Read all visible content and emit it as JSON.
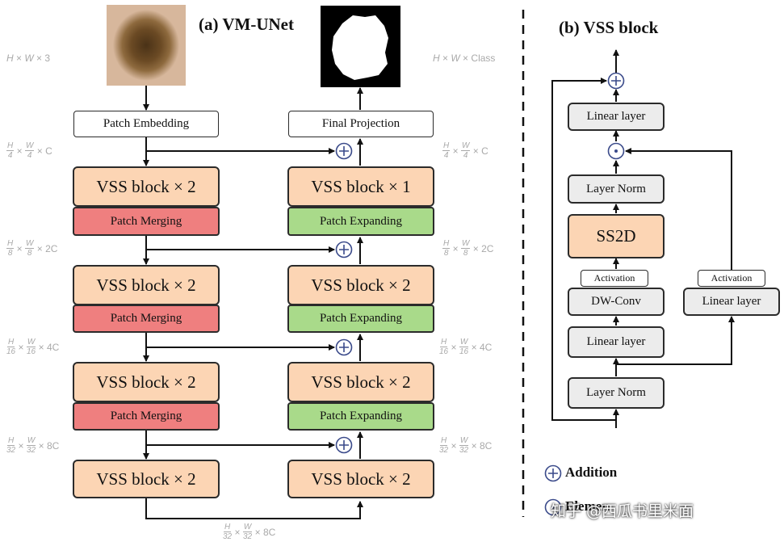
{
  "titles": {
    "a": "(a) VM-UNet",
    "b": "(b) VSS block"
  },
  "encoder": {
    "patch_embedding": "Patch Embedding",
    "vss_blocks": [
      "VSS block × 2",
      "VSS block × 2",
      "VSS block × 2",
      "VSS block × 2"
    ],
    "patch_merging": [
      "Patch Merging",
      "Patch Merging",
      "Patch Merging"
    ]
  },
  "decoder": {
    "final_projection": "Final Projection",
    "vss_blocks": [
      "VSS block × 1",
      "VSS block × 2",
      "VSS block × 2",
      "VSS block × 2"
    ],
    "patch_expanding": [
      "Patch Expanding",
      "Patch Expanding",
      "Patch Expanding"
    ]
  },
  "dims": {
    "input": {
      "h": "H",
      "w": "W",
      "c": "3"
    },
    "output": {
      "h": "H",
      "w": "W",
      "c": "Class"
    },
    "level1": {
      "hn": "H",
      "hd": "4",
      "wn": "W",
      "wd": "4",
      "c": "C"
    },
    "level2": {
      "hn": "H",
      "hd": "8",
      "wn": "W",
      "wd": "8",
      "c": "2C"
    },
    "level3": {
      "hn": "H",
      "hd": "16",
      "wn": "W",
      "wd": "16",
      "c": "4C"
    },
    "level4": {
      "hn": "H",
      "hd": "32",
      "wn": "W",
      "wd": "32",
      "c": "8C"
    },
    "bottom": {
      "hn": "H",
      "hd": "32",
      "wn": "W",
      "wd": "32",
      "c": "8C"
    },
    "times": "×"
  },
  "vss_block": {
    "linear_top": "Linear layer",
    "layer_norm_upper": "Layer Norm",
    "ss2d": "SS2D",
    "activation_left": "Activation",
    "dw_conv": "DW-Conv",
    "linear_left": "Linear layer",
    "layer_norm_bottom": "Layer Norm",
    "activation_right": "Activation",
    "linear_right": "Linear layer"
  },
  "legend": {
    "addition": "Addition",
    "multiplication_partial": "Elemen"
  },
  "watermark": "知乎 @西瓜书里米面",
  "icons": {
    "addition": "circled-plus-icon",
    "multiplication": "circled-dot-icon"
  },
  "colors": {
    "vss": "#fcd5b4",
    "merging": "#ef7f7f",
    "expanding": "#a9da8a",
    "gray_layer": "#ececec",
    "dim_text": "#a9a9a9"
  }
}
